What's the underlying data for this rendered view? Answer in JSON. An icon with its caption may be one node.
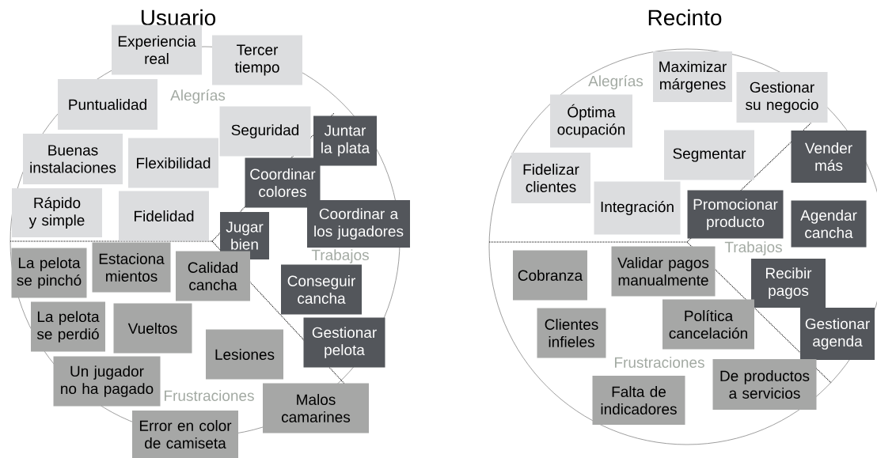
{
  "diagram": {
    "nodes": [
      {
        "text": [
          "Usuario",
          "Alegrías",
          "Trabajos",
          "Frustraciones"
        ]
      },
      {
        "text": [
          "Experiencia real"
        ],
        "in": 0
      },
      {
        "text": [
          "Tercer tiempo"
        ],
        "in": 0
      },
      {
        "text": [
          "Puntualidad"
        ],
        "in": 0
      },
      {
        "text": [
          "Seguridad"
        ],
        "in": 0
      },
      {
        "text": [
          "Juntar la plata"
        ],
        "in": 0
      },
      {
        "text": [
          "Buenas instalaciones"
        ],
        "in": 0
      },
      {
        "text": [
          "Flexibilidad"
        ],
        "in": 0
      },
      {
        "text": [
          "Coordinar colores"
        ],
        "in": 0
      },
      {
        "text": [
          "Rápido y simple"
        ],
        "in": 0
      },
      {
        "text": [
          "Fidelidad"
        ],
        "in": 0
      },
      {
        "text": [
          "Jugar bien"
        ],
        "in": 0
      },
      {
        "text": [
          "Coordinar a los jugadores"
        ]
      },
      {
        "text": [
          "La pelota se pinchó"
        ],
        "in": 0
      },
      {
        "text": [
          "Estaciona mientos"
        ],
        "in": 0
      },
      {
        "text": [
          "Calidad cancha"
        ],
        "in": 0
      },
      {
        "text": [
          "Conseguir cancha"
        ],
        "in": 0
      },
      {
        "text": [
          "La pelota se perdió"
        ],
        "in": 0
      },
      {
        "text": [
          "Vueltos"
        ],
        "in": 0
      },
      {
        "text": [
          "Gestionar pelota"
        ],
        "in": 0
      },
      {
        "text": [
          "Lesiones"
        ],
        "in": 0
      },
      {
        "text": [
          "Un jugador no ha pagado"
        ],
        "in": 0
      },
      {
        "text": [
          "Malos camarines"
        ],
        "in": 0
      },
      {
        "text": [
          "Error en color de camiseta"
        ]
      },
      {
        "text": [
          "Recinto",
          "Alegrías",
          "Trabajos",
          "Frustraciones"
        ]
      },
      {
        "text": [
          "Maximizar márgenes"
        ],
        "in": 24
      },
      {
        "text": [
          "Gestionar su negocio"
        ],
        "in": 24
      },
      {
        "text": [
          "Óptima ocupación"
        ],
        "in": 24
      },
      {
        "text": [
          "Segmentar"
        ],
        "in": 24
      },
      {
        "text": [
          "Vender más"
        ],
        "in": 24
      },
      {
        "text": [
          "Fidelizar clientes"
        ],
        "in": 24
      },
      {
        "text": [
          "Integración"
        ],
        "in": 24
      },
      {
        "text": [
          "Promocionar producto"
        ],
        "in": 24
      },
      {
        "text": [
          "Agendar cancha"
        ],
        "in": 24
      },
      {
        "text": [
          "Cobranza"
        ],
        "in": 24
      },
      {
        "text": [
          "Validar pagos manualmente"
        ],
        "in": 24
      },
      {
        "text": [
          "Recibir pagos"
        ],
        "in": 24
      },
      {
        "text": [
          "Política cancelación"
        ],
        "in": 24
      },
      {
        "text": [
          "Clientes infieles"
        ],
        "in": 24
      },
      {
        "text": [
          "Gestionar agenda"
        ],
        "in": 24
      },
      {
        "text": [
          "De productos a servicios"
        ],
        "in": 24
      },
      {
        "text": [
          "Falta de indicadores"
        ],
        "in": 24
      }
    ]
  }
}
